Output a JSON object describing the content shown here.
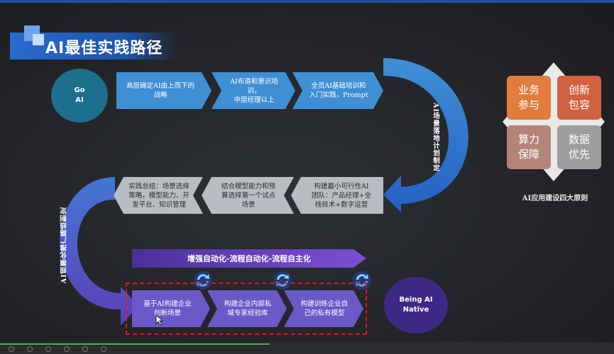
{
  "title": "AI最佳实践路径",
  "start_circle": {
    "line1": "Go",
    "line2": "AI"
  },
  "end_circle": {
    "line1": "Being AI",
    "line2": "Native"
  },
  "row1": [
    {
      "line1": "高层确定AI由上而下的",
      "line2": "战略"
    },
    {
      "line1": "AI布道和意识培训，",
      "line2": "中层经理以上"
    },
    {
      "line1": "全员AI基础培训和",
      "line2": "入门实践，Prompt"
    }
  ],
  "right_curve_label": "AI场景落地计划制定",
  "row2": [
    {
      "line1": "实践总结：场景选择",
      "line2": "策略，模型能力、开",
      "line3": "发平台、知识管理"
    },
    {
      "line1": "结合模型能力和预",
      "line2": "算选择第一个试点",
      "line3": "场景"
    },
    {
      "line1": "构建最小可行性AI",
      "line2": "团队：产品经理+全",
      "line3": "栈技术+数字运营"
    }
  ],
  "left_curve_label": "AI规模化推广路线制定",
  "automation_band": "增强自动化-流程自动化-流程自主化",
  "row3": [
    {
      "line1": "基于AI构建企业",
      "line2": "创新场景"
    },
    {
      "line1": "构建企业内部私",
      "line2": "域专家经验库"
    },
    {
      "line1": "构建训练企业自",
      "line2": "己的私有模型"
    }
  ],
  "principles": {
    "tiles": [
      {
        "line1": "业务",
        "line2": "参与"
      },
      {
        "line1": "创新",
        "line2": "包容"
      },
      {
        "line1": "算力",
        "line2": "保障"
      },
      {
        "line1": "数据",
        "line2": "优先"
      }
    ],
    "caption": "AI应用建设四大原则"
  },
  "colors": {
    "row1": "#3f8fd4",
    "row2": "#b9bcc2",
    "row3": "#6a5ac8",
    "dashed_box": "#d61d1d",
    "progress": "#4ab24a"
  },
  "icons": [
    "cycle-icon",
    "cursor-icon"
  ]
}
